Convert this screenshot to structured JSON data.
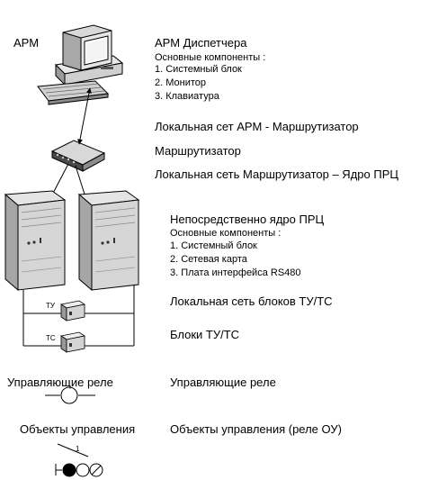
{
  "workstation": {
    "label": "АРМ",
    "title": "АРМ Диспетчера",
    "subtitle": "Основные компоненты :",
    "components": [
      "1. Системный блок",
      "2. Монитор",
      "3. Клавиатура"
    ]
  },
  "network_arm_router": "Локальная сет АРМ - Маршрутизатор",
  "router": "Маршрутизатор",
  "network_router_core": "Локальная сеть Маршрутизатор – Ядро ПРЦ",
  "core": {
    "title": "Непосредственно ядро ПРЦ",
    "subtitle": "Основные компоненты :",
    "components": [
      "1. Системный блок",
      "2. Сетевая карта",
      "3. Плата интерфейса RS480"
    ]
  },
  "network_blocks": "Локальная сеть блоков ТУ/ТС",
  "blocks": {
    "title": "Блоки ТУ/ТС",
    "tu_label": "ТУ",
    "ts_label": "ТС"
  },
  "relays": {
    "left_label": "Управляющие реле",
    "right_label": "Управляющие реле"
  },
  "control_objects": {
    "left_label": "Объекты управления",
    "right_label": "Объекты управления (реле ОУ)",
    "switch_number": "1"
  }
}
